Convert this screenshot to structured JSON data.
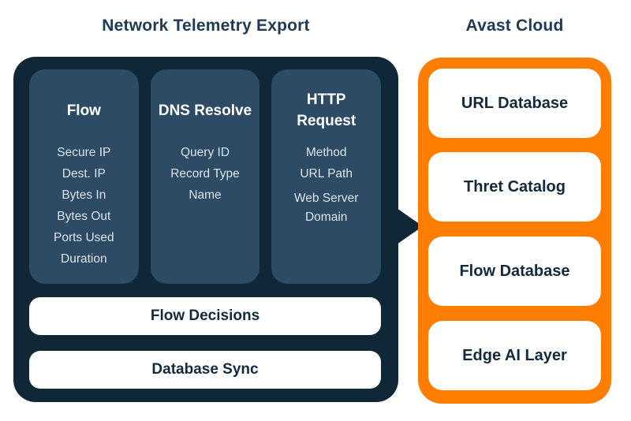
{
  "titles": {
    "left": "Network Telemetry Export",
    "right": "Avast Cloud"
  },
  "telemetry_panel": {
    "columns": [
      {
        "heading": "Flow",
        "items": [
          "Secure IP",
          "Dest. IP",
          "Bytes In",
          "Bytes Out",
          "Ports Used",
          "Duration"
        ]
      },
      {
        "heading": "DNS Resolve",
        "items": [
          "Query ID",
          "Record Type",
          "Name"
        ]
      },
      {
        "heading": "HTTP Request",
        "items": [
          "Method",
          "URL Path",
          "Web Server Domain"
        ]
      }
    ],
    "bars": [
      "Flow Decisions",
      "Database Sync"
    ]
  },
  "cloud_panel": {
    "boxes": [
      "URL Database",
      "Thret Catalog",
      "Flow Database",
      "Edge AI Layer"
    ]
  },
  "colors": {
    "panel_dark": "#0f2736",
    "column_fill": "#2d4b64",
    "cloud_orange": "#ff7d00",
    "text_dark_navy": "#13293c",
    "title_navy": "#1e3a55",
    "item_text": "#dde5ec"
  }
}
